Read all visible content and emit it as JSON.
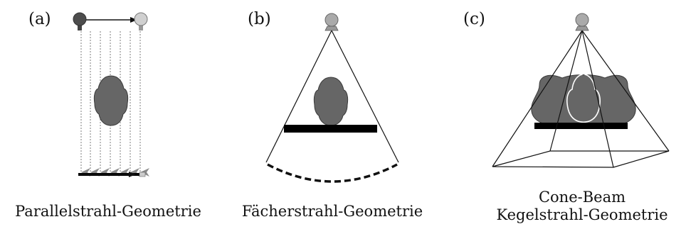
{
  "panels": [
    {
      "tag": "(a)",
      "caption_lines": [
        "Parallelstrahl-Geometrie"
      ]
    },
    {
      "tag": "(b)",
      "caption_lines": [
        "Fächerstrahl-Geometrie"
      ]
    },
    {
      "tag": "(c)",
      "caption_lines": [
        "Cone-Beam",
        "Kegelstrahl-Geometrie"
      ]
    }
  ],
  "colors": {
    "line": "#111111",
    "head": "#666666",
    "head_outline": "#3a3a3a",
    "source_dark": "#4d4d4d",
    "source_light": "#bdbdbd",
    "ray": "#9a9a9a",
    "detector": "#000000",
    "table": "#000000"
  },
  "icons": {
    "source": "x-ray-source-icon",
    "head": "head-phantom-icon",
    "detector": "detector-icon",
    "table": "patient-table-icon"
  }
}
